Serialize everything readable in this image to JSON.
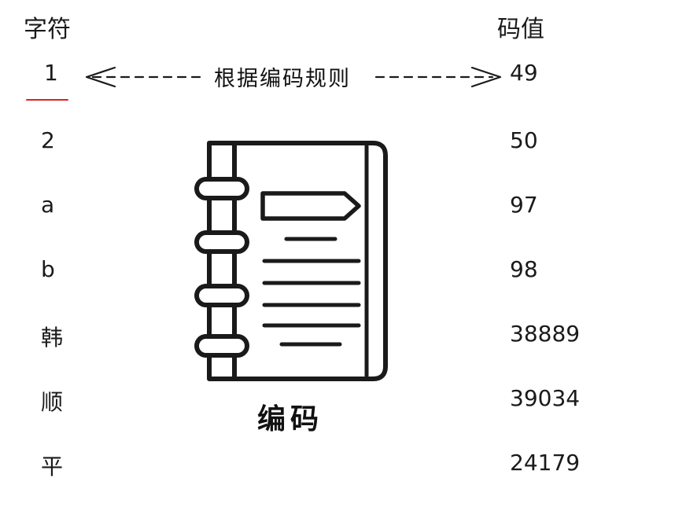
{
  "headers": {
    "character": "字符",
    "code_value": "码值"
  },
  "rule_label": "根据编码规则",
  "rows": [
    {
      "char": "1",
      "code": "49"
    },
    {
      "char": "2",
      "code": "50"
    },
    {
      "char": "a",
      "code": "97"
    },
    {
      "char": "b",
      "code": "98"
    },
    {
      "char": "韩",
      "code": "38889"
    },
    {
      "char": "顺",
      "code": "39034"
    },
    {
      "char": "平",
      "code": "24179"
    }
  ],
  "caption": "编码",
  "colors": {
    "ink": "#1a1a1a",
    "highlight": "#e02020"
  },
  "icons": {
    "notebook": "notebook-icon",
    "arrow": "double-arrow-icon"
  }
}
